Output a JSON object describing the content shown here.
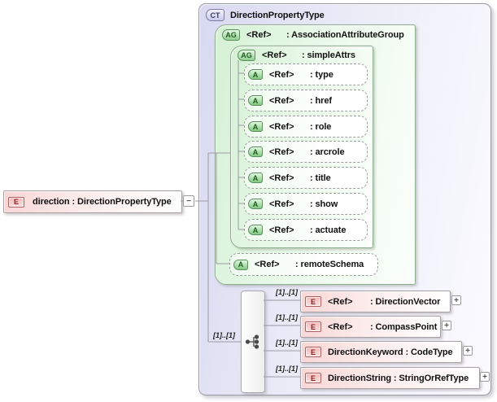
{
  "colors": {
    "complex_fill": "#d8d8f1",
    "group_fill": "#d5f1d5",
    "element_fill": "#f8d6d6",
    "connector": "#9a9aa2"
  },
  "icons": {
    "element": "E",
    "complex_type": "CT",
    "attribute_group": "AG",
    "attribute": "A",
    "expand": "+",
    "collapse": "−"
  },
  "root": {
    "label": "direction : DirectionPropertyType"
  },
  "complex_type": {
    "title": "DirectionPropertyType"
  },
  "association_group": {
    "ref": "<Ref>",
    "name": ": AssociationAttributeGroup"
  },
  "simple_attrs": {
    "ref": "<Ref>",
    "name": ": simpleAttrs"
  },
  "attributes": [
    {
      "ref": "<Ref>",
      "name": ": type"
    },
    {
      "ref": "<Ref>",
      "name": ": href"
    },
    {
      "ref": "<Ref>",
      "name": ": role"
    },
    {
      "ref": "<Ref>",
      "name": ": arcrole"
    },
    {
      "ref": "<Ref>",
      "name": ": title"
    },
    {
      "ref": "<Ref>",
      "name": ": show"
    },
    {
      "ref": "<Ref>",
      "name": ": actuate"
    }
  ],
  "remote_schema": {
    "ref": "<Ref>",
    "name": ": remoteSchema"
  },
  "choice": {
    "cardinality": "[1]..[1]"
  },
  "elements": [
    {
      "cardinality": "[1]..[1]",
      "ref": "<Ref>",
      "name": ": DirectionVector",
      "expand": "+"
    },
    {
      "cardinality": "[1]..[1]",
      "ref": "<Ref>",
      "name": ": CompassPoint",
      "expand": "+"
    },
    {
      "cardinality": "[1]..[1]",
      "ref": "",
      "name": "DirectionKeyword : CodeType",
      "expand": "+"
    },
    {
      "cardinality": "[1]..[1]",
      "ref": "",
      "name": "DirectionString : StringOrRefType",
      "expand": "+"
    }
  ]
}
